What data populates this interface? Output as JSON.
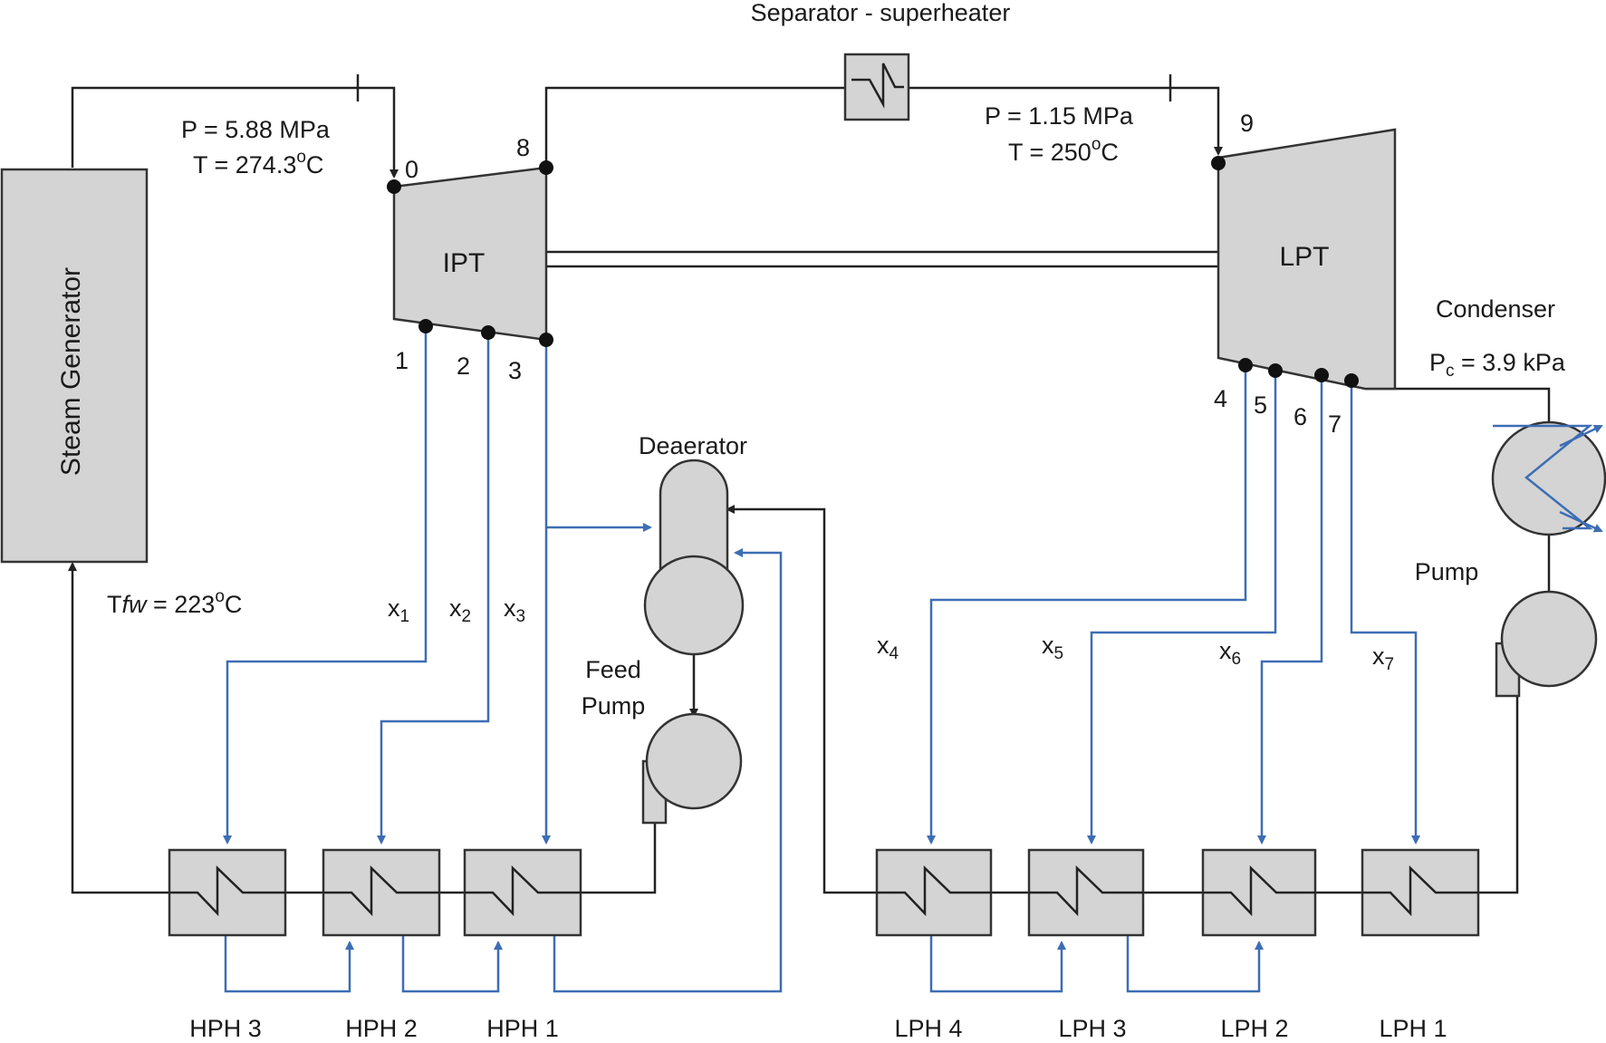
{
  "title": "Separator - superheater",
  "steam_generator": "Steam Generator",
  "ipt": {
    "label": "IPT",
    "p_label": "P = 5.88 MPa",
    "t_label": "T = 274.3",
    "t_unit": "C"
  },
  "lpt": {
    "label": "LPT",
    "p_label": "P = 1.15 MPa",
    "t_label": "T = 250",
    "t_unit": "C"
  },
  "condenser": {
    "label": "Condenser",
    "p_main": "P",
    "p_sub": "c",
    "p_value": " = 3.9 kPa"
  },
  "pump": "Pump",
  "deaerator": "Deaerator",
  "feed_pump": {
    "line1": "Feed",
    "line2": "Pump"
  },
  "tfw": {
    "prefix": "T",
    "italic": "fw",
    "value": " = 223",
    "unit": "C"
  },
  "state_points": [
    "0",
    "1",
    "2",
    "3",
    "4",
    "5",
    "6",
    "7",
    "8",
    "9"
  ],
  "fractions": [
    {
      "base": "x",
      "sub": "1"
    },
    {
      "base": "x",
      "sub": "2"
    },
    {
      "base": "x",
      "sub": "3"
    },
    {
      "base": "x",
      "sub": "4"
    },
    {
      "base": "x",
      "sub": "5"
    },
    {
      "base": "x",
      "sub": "6"
    },
    {
      "base": "x",
      "sub": "7"
    }
  ],
  "heaters": [
    "HPH 3",
    "HPH 2",
    "HPH 1",
    "LPH 4",
    "LPH 3",
    "LPH 2",
    "LPH 1"
  ],
  "degree_symbol": "o",
  "colors": {
    "steam_line": "#222222",
    "extraction_line": "#3d6db5",
    "equipment_fill": "#d4d4d4"
  }
}
